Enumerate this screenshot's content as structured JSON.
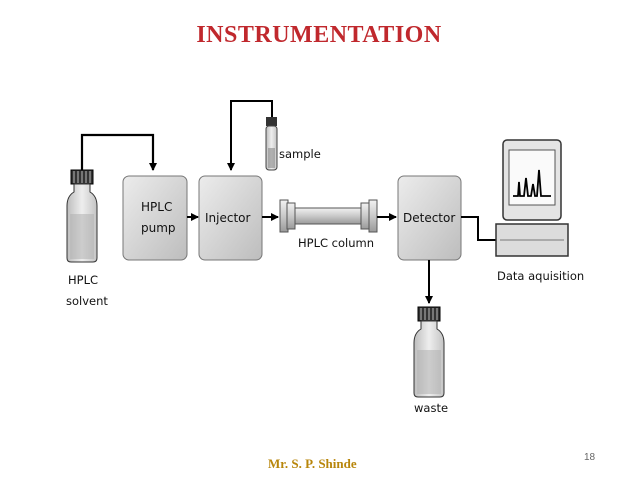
{
  "slide": {
    "title": "INSTRUMENTATION",
    "author": "Mr. S. P. Shinde",
    "page_number": "18"
  },
  "diagram": {
    "solvent_label_line1": "HPLC",
    "solvent_label_line2": "solvent",
    "pump_label_line1": "HPLC",
    "pump_label_line2": "pump",
    "injector_label": "Injector",
    "sample_label": "sample",
    "column_label": "HPLC column",
    "detector_label": "Detector",
    "waste_label": "waste",
    "data_label": "Data aquisition"
  }
}
